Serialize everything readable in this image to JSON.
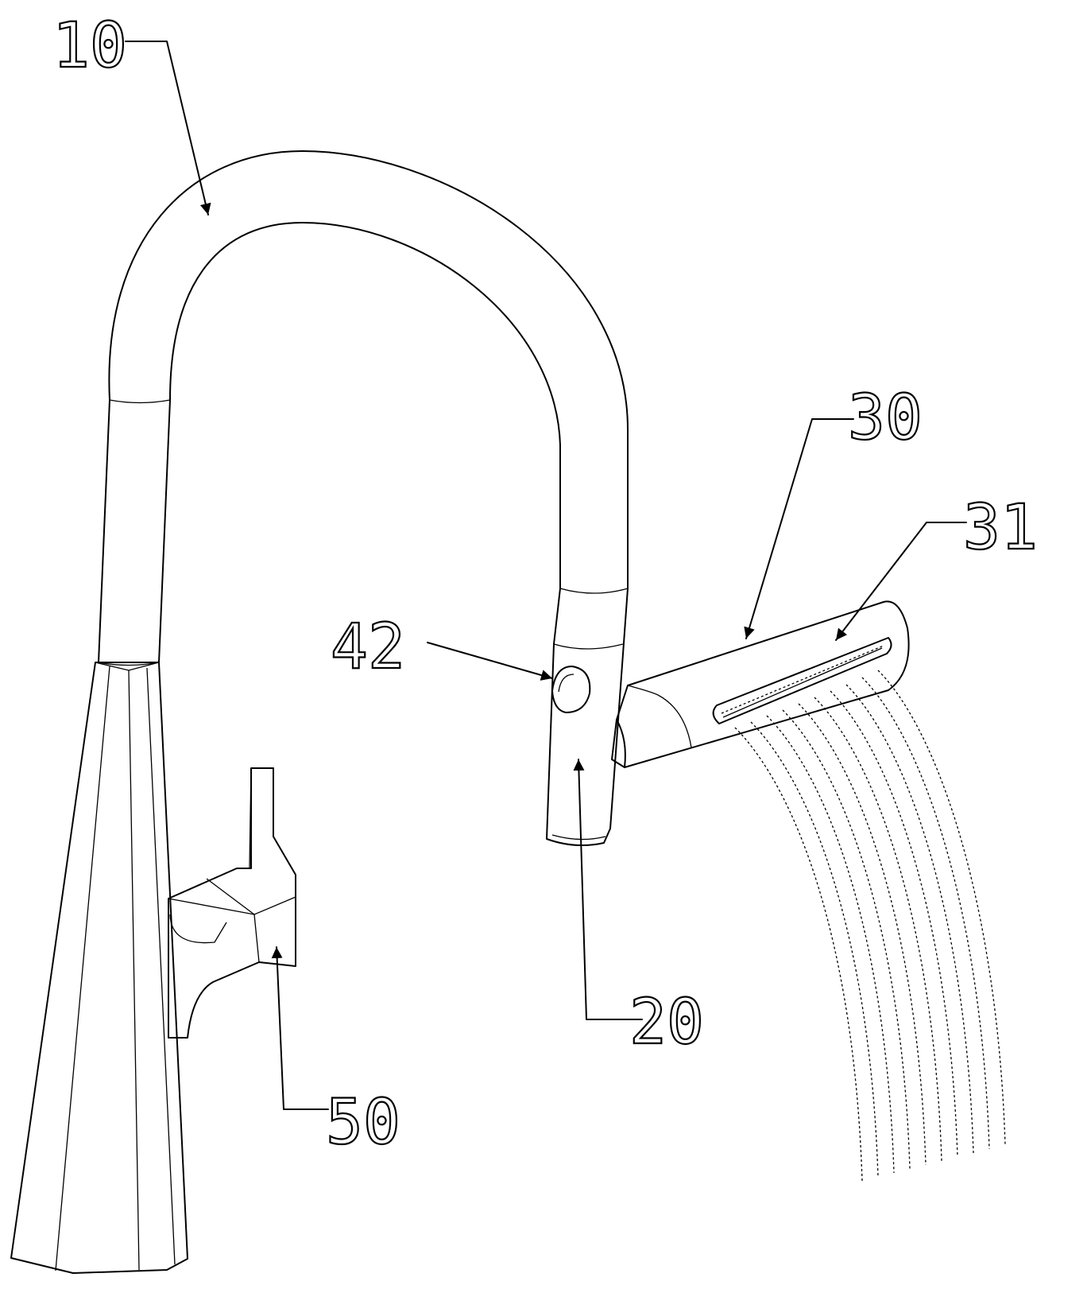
{
  "labels": {
    "faucet_body": "10",
    "spray_head": "20",
    "spray_wand": "30",
    "spray_outlet": "31",
    "button": "42",
    "handle": "50"
  },
  "colors": {
    "ink": "#000000",
    "paper": "#ffffff"
  }
}
